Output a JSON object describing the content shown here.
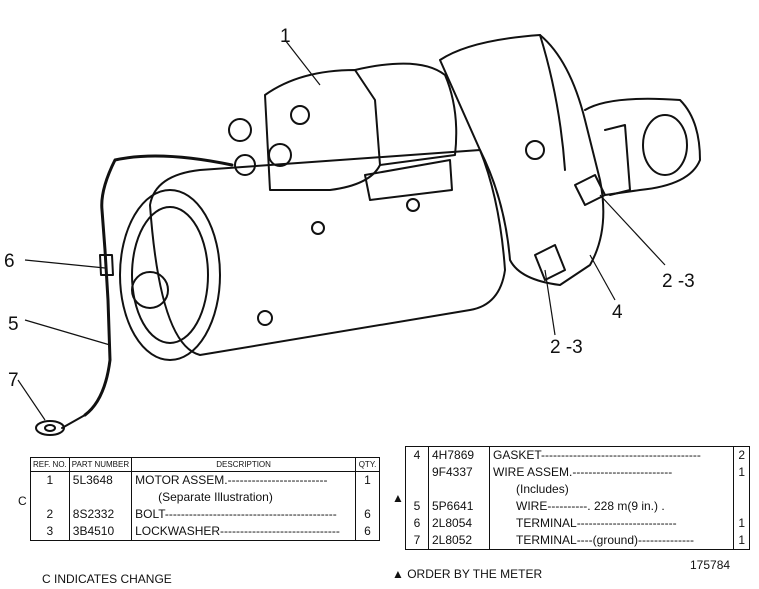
{
  "callouts": [
    "1",
    "2 -3",
    "2 -3",
    "4",
    "5",
    "6",
    "7"
  ],
  "left_table": {
    "headers": {
      "ref": "REF. NO.",
      "part": "PART NUMBER",
      "desc": "DESCRIPTION",
      "qty": "QTY."
    },
    "change_flag": "C",
    "rows": [
      {
        "ref": "1",
        "part": "5L3648",
        "desc": "MOTOR ASSEM.",
        "fill": "-------------------------",
        "qty": "1"
      },
      {
        "ref": "",
        "part": "",
        "desc": "(Separate Illustration)",
        "fill": "",
        "qty": ""
      },
      {
        "ref": "2",
        "part": "8S2332",
        "desc": "BOLT",
        "fill": "-------------------------------------------",
        "qty": "6"
      },
      {
        "ref": "3",
        "part": "3B4510",
        "desc": "LOCKWASHER",
        "fill": "------------------------------",
        "qty": "6"
      }
    ]
  },
  "right_table": {
    "rows": [
      {
        "ref": "4",
        "part": "4H7869",
        "desc": "GASKET",
        "fill": "----------------------------------------",
        "qty": "2"
      },
      {
        "ref": "",
        "part": "9F4337",
        "desc": "WIRE ASSEM.",
        "fill": "-------------------------",
        "qty": "1"
      },
      {
        "ref": "",
        "part": "",
        "desc": "(Includes)",
        "fill": "",
        "qty": ""
      },
      {
        "ref": "5",
        "part": "5P6641",
        "desc": "WIRE",
        "fill": "----------. 228 m(9 in.) .",
        "qty": ""
      },
      {
        "ref": "6",
        "part": "2L8054",
        "desc": "TERMINAL",
        "fill": "-------------------------",
        "qty": "1"
      },
      {
        "ref": "7",
        "part": "2L8052",
        "desc": "TERMINAL",
        "fill": "----(ground)--------------",
        "qty": "1"
      }
    ],
    "meter_mark": "▲"
  },
  "footer": {
    "change_note": "C INDICATES CHANGE",
    "meter_note": "▲ ORDER BY THE METER",
    "figure_number": "175784"
  }
}
